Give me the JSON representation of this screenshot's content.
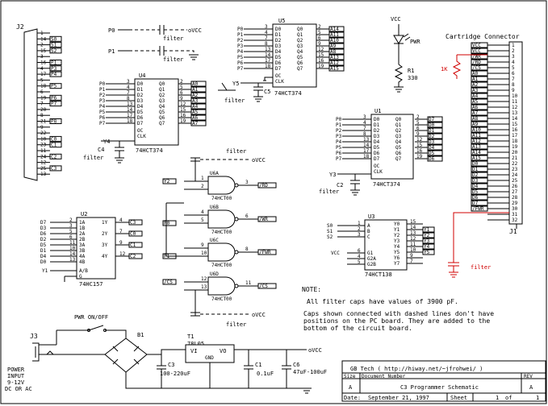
{
  "title_block": {
    "company": "GB Tech ( http://hiway.net/~jfrohwei/ )",
    "size_label": "Size",
    "size": "A",
    "docnum_label": "Document Number",
    "docnum": "C3 Programmer Schematic",
    "rev_label": "REV",
    "rev": "A",
    "date_label": "Date:",
    "date": "September 21, 1997",
    "sheet_label": "Sheet",
    "sheet_num": "1",
    "sheet_of": "of",
    "sheet_total": "1"
  },
  "notes": {
    "heading": "NOTE:",
    "line1": "All filter caps have values of 3900 pF.",
    "line2": "Caps shown connected with dashed lines don't have",
    "line3": "positions on the PC board. They are added to the",
    "line4": "bottom of the circuit board."
  },
  "labels": {
    "vcc": "VCC",
    "ovcc": "oVCC",
    "filter": "filter",
    "cart_conn": "Cartridge Connector",
    "pwr": "PWR",
    "r1": "R1",
    "r1v": "330",
    "r1k": "1K",
    "power_input": "POWER",
    "power_input2": "INPUT",
    "power_input3": "9-12V",
    "power_input4": "DC OR AC",
    "pwr_switch": "PWR ON/OFF",
    "b1": "B1",
    "t1": "T1",
    "reg": "78L05",
    "vi": "VI",
    "vo": "VO",
    "gnd": "GND",
    "c3": "C3",
    "c3v": "100-220uF",
    "c1": "C1",
    "c1v": "0.1uF",
    "c6": "C6",
    "c6v": "47uF-100uF",
    "j1": "J1",
    "j2": "J2",
    "j3": "J3",
    "c4": "C4",
    "c5": "C5",
    "c2": "C2"
  },
  "chips": {
    "u5": {
      "name": "U5",
      "part": "74HCT374"
    },
    "u4": {
      "name": "U4",
      "part": "74HCT374"
    },
    "u1": {
      "name": "U1",
      "part": "74HCT374"
    },
    "u2": {
      "name": "U2",
      "part": "74HC157"
    },
    "u3": {
      "name": "U3",
      "part": "74HCT138"
    },
    "u6a": {
      "name": "U6A",
      "part": "74HCT00"
    },
    "u6b": {
      "name": "U6B",
      "part": "74HCT00"
    },
    "u6c": {
      "name": "U6C",
      "part": "74HCT00"
    },
    "u6d": {
      "name": "U6D",
      "part": "74HCT00"
    }
  },
  "j2_pins": [
    {
      "n": "1",
      "sig": ""
    },
    {
      "n": "14",
      "sig": "S0"
    },
    {
      "n": "2",
      "sig": "S1"
    },
    {
      "n": "15",
      "sig": "S2"
    },
    {
      "n": "3",
      "sig": ""
    },
    {
      "n": "16",
      "sig": "P1"
    },
    {
      "n": "4",
      "sig": "P3"
    },
    {
      "n": "17",
      "sig": "P4"
    },
    {
      "n": "5",
      "sig": ""
    },
    {
      "n": "18",
      "sig": "P5"
    },
    {
      "n": "6",
      "sig": ""
    },
    {
      "n": "19",
      "sig": "P6"
    },
    {
      "n": "7",
      "sig": "P7"
    },
    {
      "n": "20",
      "sig": ""
    },
    {
      "n": "8",
      "sig": ""
    },
    {
      "n": "21",
      "sig": "P8"
    },
    {
      "n": "9",
      "sig": ""
    },
    {
      "n": "22",
      "sig": ""
    },
    {
      "n": "10",
      "sig": "C0"
    },
    {
      "n": "23",
      "sig": "C1"
    },
    {
      "n": "11",
      "sig": ""
    },
    {
      "n": "24",
      "sig": "C2"
    },
    {
      "n": "12",
      "sig": ""
    },
    {
      "n": "25",
      "sig": "C3"
    },
    {
      "n": "13",
      "sig": ""
    }
  ],
  "cart_pins": [
    {
      "sig": "VCC",
      "n": "1"
    },
    {
      "sig": "VCC",
      "n": "2"
    },
    {
      "sig": "/WR",
      "n": "3"
    },
    {
      "sig": "/RD",
      "n": "4"
    },
    {
      "sig": "/CS",
      "n": "5"
    },
    {
      "sig": "A0",
      "n": "6"
    },
    {
      "sig": "A1",
      "n": "7"
    },
    {
      "sig": "A2",
      "n": "8"
    },
    {
      "sig": "A3",
      "n": "9"
    },
    {
      "sig": "A4",
      "n": "10"
    },
    {
      "sig": "A5",
      "n": "11"
    },
    {
      "sig": "A6",
      "n": "12"
    },
    {
      "sig": "A7",
      "n": "13"
    },
    {
      "sig": "A8",
      "n": "14"
    },
    {
      "sig": "A9",
      "n": "15"
    },
    {
      "sig": "A10",
      "n": "16"
    },
    {
      "sig": "A11",
      "n": "17"
    },
    {
      "sig": "A12",
      "n": "18"
    },
    {
      "sig": "A13",
      "n": "19"
    },
    {
      "sig": "A14",
      "n": "20"
    },
    {
      "sig": "A15",
      "n": "21"
    },
    {
      "sig": "D0",
      "n": "22"
    },
    {
      "sig": "D1",
      "n": "23"
    },
    {
      "sig": "D2",
      "n": "24"
    },
    {
      "sig": "D3",
      "n": "25"
    },
    {
      "sig": "D4",
      "n": "26"
    },
    {
      "sig": "D5",
      "n": "27"
    },
    {
      "sig": "D6",
      "n": "28"
    },
    {
      "sig": "D7",
      "n": "29"
    },
    {
      "sig": "/FWR",
      "n": "30"
    },
    {
      "sig": "",
      "n": "31"
    },
    {
      "sig": "",
      "n": "32"
    }
  ]
}
